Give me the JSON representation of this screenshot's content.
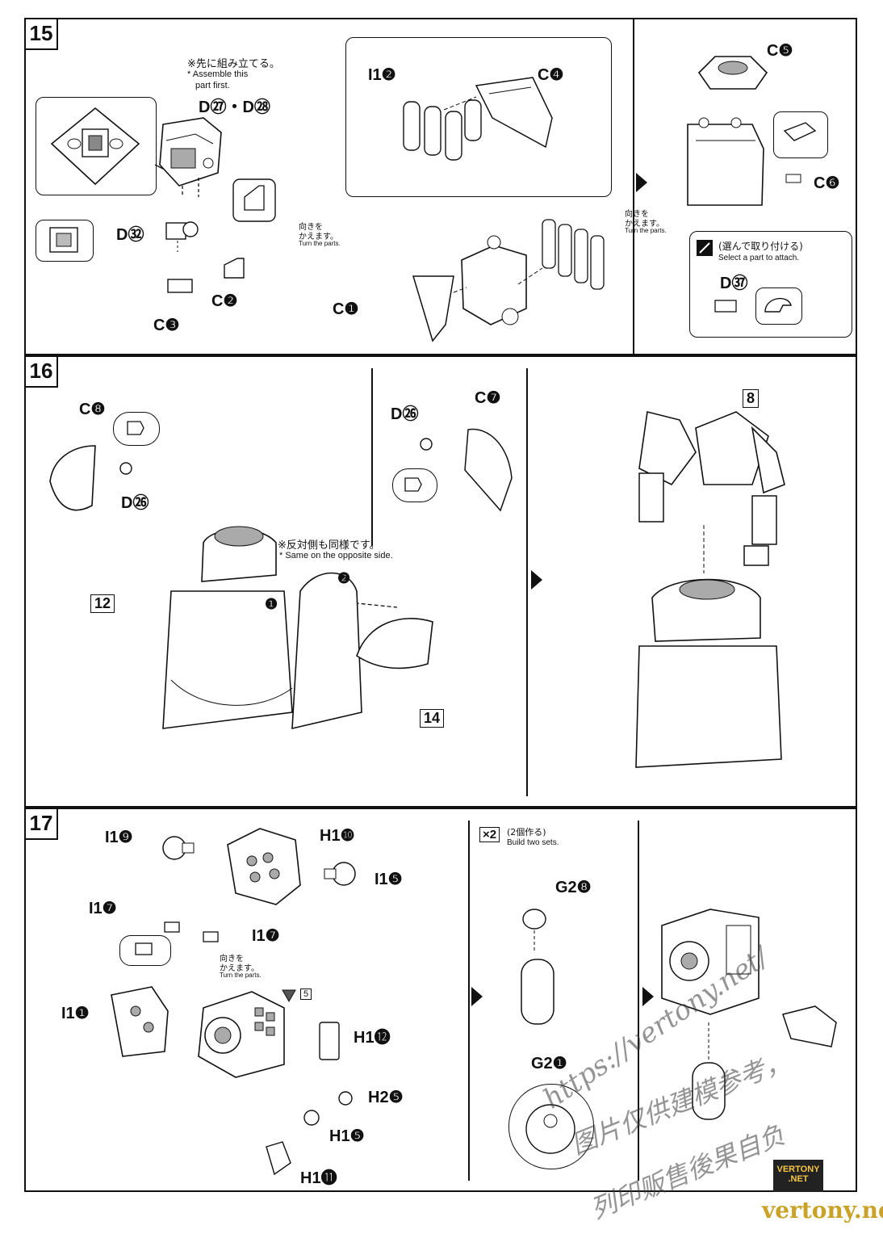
{
  "step15": {
    "number": "15",
    "pre_note_jp": "※先に組み立てる。",
    "pre_note_en": "* Assemble this part first.",
    "pre_note_en_1": "* Assemble this",
    "pre_note_en_2": "part first.",
    "part_d27_d28": "D㉗・D㉘",
    "part_d32": "D㉜",
    "part_c2": "C❷",
    "part_c3": "C❸",
    "part_i12": "I1❷",
    "part_c4": "C❹",
    "part_c1": "C❶",
    "part_c5": "C❺",
    "part_c6": "C❻",
    "part_d37": "D㊲",
    "turn_jp_1": "向きを",
    "turn_jp_2": "かえます。",
    "turn_en": "Turn the parts.",
    "select_jp": "(選んで取り付ける)",
    "select_en": "Select a part to attach."
  },
  "step16": {
    "number": "16",
    "part_c8": "C❽",
    "part_d26_left": "D㉖",
    "part_d26_right": "D㉖",
    "part_c7": "C❼",
    "opposite_jp": "※反対側も同様です。",
    "opposite_en": "* Same on the opposite side.",
    "order_1": "❶",
    "order_2": "❷",
    "ref_12": "12",
    "ref_14": "14",
    "ref_8": "8"
  },
  "step17": {
    "number": "17",
    "part_i19": "I1❾",
    "part_h110": "H1❿",
    "part_i15": "I1❺",
    "part_i17_left": "I1❼",
    "part_i17_right": "I1❼",
    "part_i11": "I1❶",
    "part_h112": "H1⓬",
    "part_h25": "H2❺",
    "part_h15": "H1❺",
    "part_h111": "H1⓫",
    "turn_jp_1": "向きを",
    "turn_jp_2": "かえます。",
    "turn_en": "Turn the parts.",
    "sticker_ref": "5",
    "times_two": "×2",
    "build_two_jp": "(2個作る)",
    "build_two_en": "Build two sets.",
    "part_g28": "G2❽",
    "part_g21": "G2❶"
  },
  "watermark": {
    "url": "https://vertony.net/",
    "cn_1": "图片仅供建模参考，",
    "cn_2": "列印贩售後果自负",
    "badge_1": "VERTONY",
    "badge_2": ".NET",
    "footer": "vertony.net"
  }
}
